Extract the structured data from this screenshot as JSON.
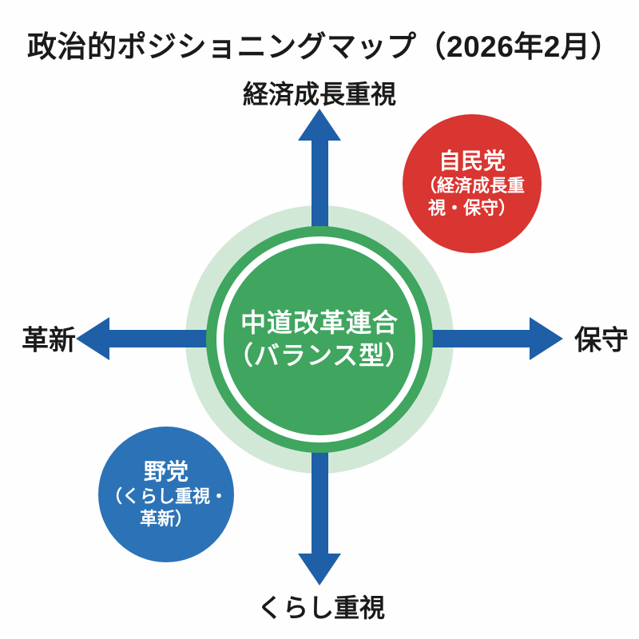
{
  "title": "政治的ポジショニングマップ（2026年2月）",
  "axes": {
    "top_label": "経済成長重視",
    "bottom_label": "くらし重視",
    "left_label": "革新",
    "right_label": "保守"
  },
  "entities": {
    "center": {
      "name": "中道改革連合",
      "subtitle": "（バランス型）",
      "color": "#3fa55f",
      "halo_color": "#d2e8d7",
      "ring_color": "#ffffff",
      "position": "center"
    },
    "ldp": {
      "name": "自民党",
      "description": "（経済成長重\n視・保守）",
      "color": "#d93531",
      "position": "top-right (economic-growth / conservative quadrant)"
    },
    "opposition": {
      "name": "野党",
      "description": "（くらし重視・\n革新）",
      "color": "#2c72b7",
      "position": "bottom-left (livelihood / progressive quadrant)"
    }
  },
  "colors": {
    "axis_arrow": "#1e5fa8",
    "label_text": "#1a1a1a",
    "circle_text": "#ffffff",
    "background": "#fefefe"
  }
}
